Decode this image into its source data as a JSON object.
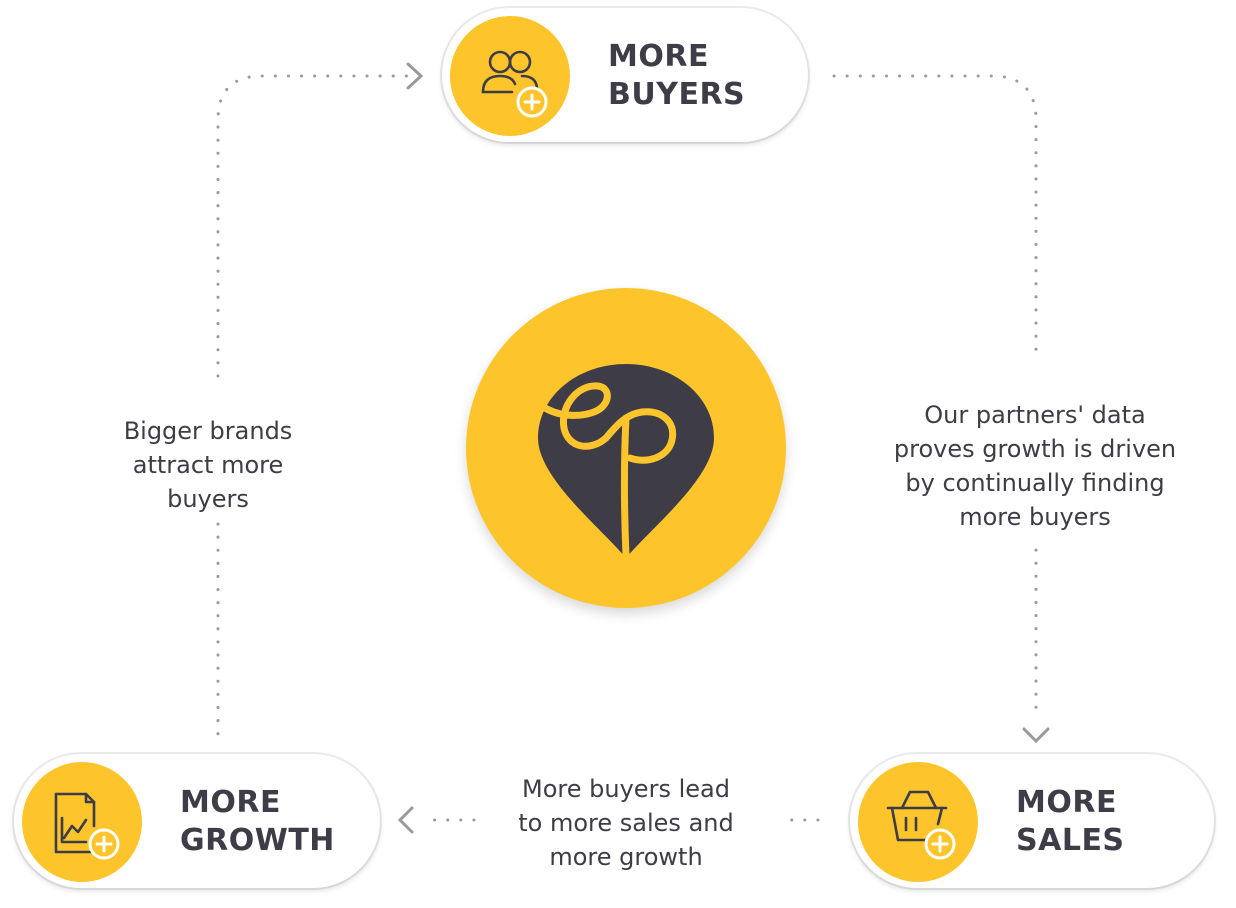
{
  "colors": {
    "accent": "#fdc52b",
    "text": "#3d3c47",
    "connector": "#9a9a9a"
  },
  "nodes": {
    "buyers": {
      "line1": "MORE",
      "line2": "BUYERS",
      "icon": "users-add-icon"
    },
    "sales": {
      "line1": "MORE",
      "line2": "SALES",
      "icon": "basket-add-icon"
    },
    "growth": {
      "line1": "MORE",
      "line2": "GROWTH",
      "icon": "chart-document-add-icon"
    }
  },
  "captions": {
    "left": [
      "Bigger brands",
      "attract more",
      "buyers"
    ],
    "right": [
      "Our partners' data",
      "proves growth is driven",
      "by continually finding",
      "more buyers"
    ],
    "bottom": [
      "More buyers lead",
      "to more sales and",
      "more growth"
    ]
  },
  "logo": {
    "icon": "ep-pin-logo"
  }
}
